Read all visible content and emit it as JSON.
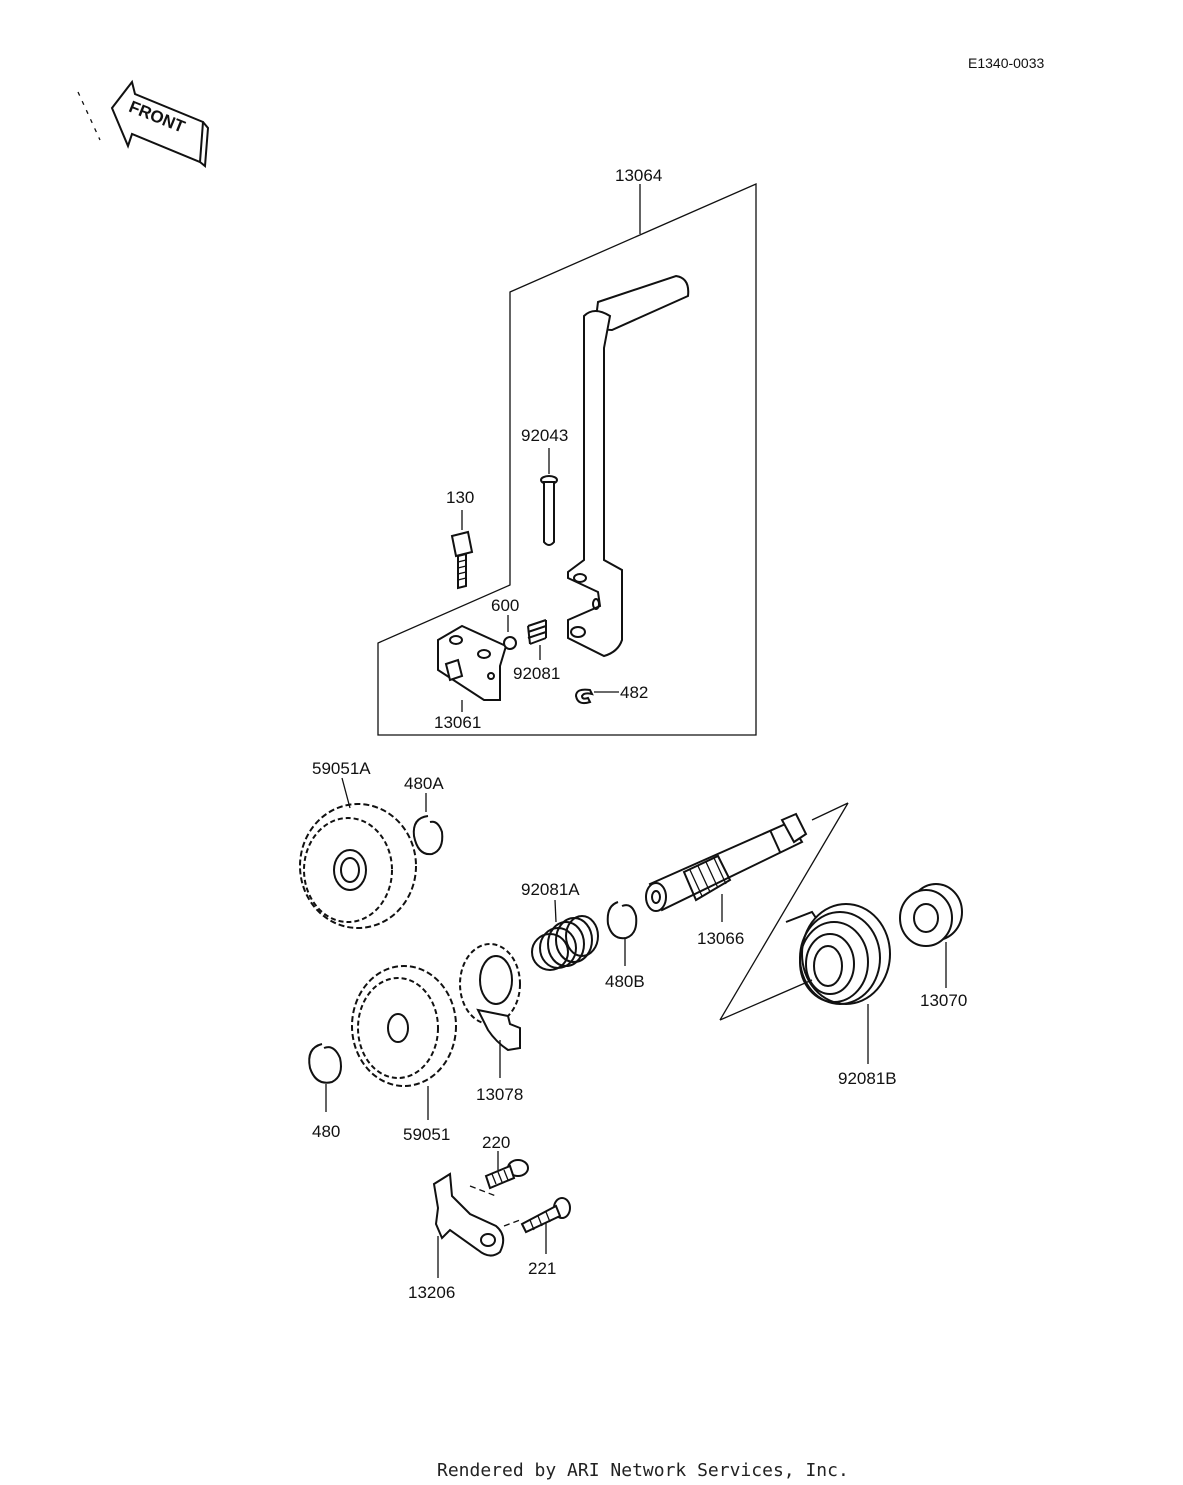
{
  "diagram_code": "E1340-0033",
  "front_label": "FRONT",
  "footer": "Rendered by ARI Network Services, Inc.",
  "labels": {
    "p13064": "13064",
    "p92043": "92043",
    "p130": "130",
    "p600": "600",
    "p92081": "92081",
    "p482": "482",
    "p13061": "13061",
    "p59051A": "59051A",
    "p480A": "480A",
    "p92081A": "92081A",
    "p480B": "480B",
    "p13066": "13066",
    "p13070": "13070",
    "p92081B": "92081B",
    "p13078": "13078",
    "p480": "480",
    "p59051": "59051",
    "p220": "220",
    "p221": "221",
    "p13206": "13206"
  }
}
